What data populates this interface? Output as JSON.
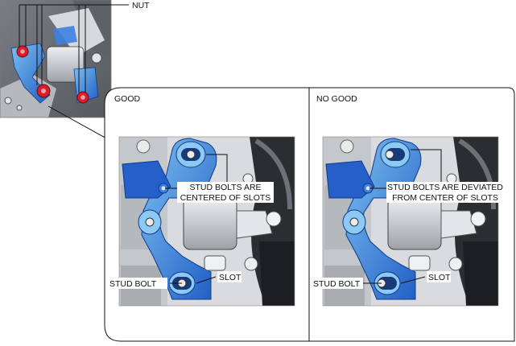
{
  "inset": {
    "callout_label": "NUT"
  },
  "panels": {
    "good": {
      "header": "GOOD",
      "note_line1": "STUD BOLTS ARE",
      "note_line2": "CENTERED OF SLOTS",
      "stud_bolt_label": "STUD BOLT",
      "slot_label": "SLOT"
    },
    "no_good": {
      "header": "NO GOOD",
      "note_line1": "STUD BOLTS ARE DEVIATED",
      "note_line2": "FROM CENTER OF SLOTS",
      "stud_bolt_label": "STUD BOLT",
      "slot_label": "SLOT"
    }
  },
  "colors": {
    "bracket_blue": "#2f6fd6",
    "bracket_light": "#6fb2ea",
    "nut_red": "#d81e2a",
    "metal_gray": "#b9bcc0",
    "dark_metal": "#3c3f44",
    "outline": "#222222"
  }
}
